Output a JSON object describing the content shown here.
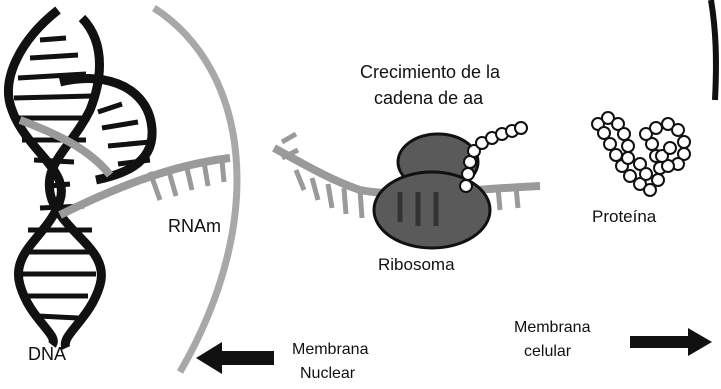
{
  "labels": {
    "dna": "DNA",
    "rna": "RNAm",
    "ribosome": "Ribosoma",
    "chain_growth_line1": "Crecimiento de la",
    "chain_growth_line2": "cadena de aa",
    "protein": "Proteína",
    "nuclear_membrane_line1": "Membrana",
    "nuclear_membrane_line2": "Nuclear",
    "cell_membrane_line1": "Membrana",
    "cell_membrane_line2": "celular"
  },
  "colors": {
    "ink": "#111111",
    "strand_gray": "#9a9a9a",
    "membrane_gray": "#a8a8a8",
    "ribosome_dark": "#5a5a5a",
    "bead_fill": "#ffffff"
  },
  "icons": {
    "nuclear_arrow": "arrow-left-icon",
    "cell_arrow": "arrow-right-icon"
  }
}
